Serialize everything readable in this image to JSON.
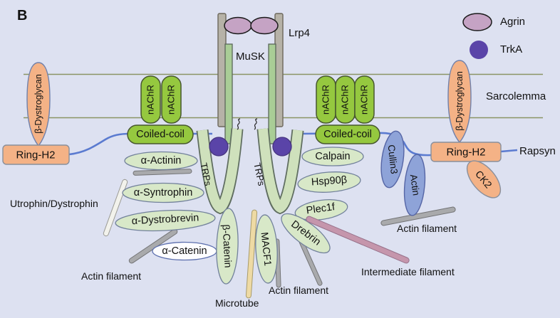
{
  "panel_label": "B",
  "labels": {
    "sarcolemma": "Sarcolemma",
    "lrp4": "Lrp4",
    "musk": "MuSK",
    "nachr": "nAChR",
    "coiled_coil": "Coiled-coil",
    "beta_dystroglycan": "β-Dystroglycan",
    "ring_h2": "Ring-H2",
    "rapsyn": "Rapsyn",
    "trps": "TRPs",
    "alpha_actinin": "α-Actinin",
    "alpha_syntrophin": "α-Syntrophin",
    "alpha_dystrobrevin": "α-Dystrobrevin",
    "alpha_catenin": "α-Catenin",
    "beta_catenin": "β-Catenin",
    "macf1": "MACF1",
    "calpain": "Calpain",
    "hsp90b": "Hsp90β",
    "plec1f": "Plec1f",
    "drebrin": "Drebrin",
    "cullin3": "Cullin3",
    "actin": "Actin",
    "ck2": "CK2",
    "utrophin_dystrophin": "Utrophin/Dystrophin",
    "actin_filament": "Actin filament",
    "intermediate_filament": "Intermediate filament",
    "microtube": "Microtube",
    "agrin": "Agrin",
    "trka": "TrkA"
  },
  "colors": {
    "background": "#dde1f1",
    "receptor_green": "#95c83f",
    "light_green": "#d8e8c8",
    "fork_green": "#cfe1bc",
    "musk_green": "#a9cd96",
    "orange": "#f4b286",
    "blue_oval": "#8ea3d8",
    "purple_trka": "#5a44a8",
    "agrin_pink": "#c5a3c4",
    "blue_line": "#5b7bd0",
    "membrane_line": "#8a9464",
    "gray_bar": "#a9aaac",
    "lrp4_gray": "#b6b2a7",
    "tan_microtube": "#eedaa4",
    "pink_filament": "#c596ac",
    "white_filament": "#f2f2ec"
  }
}
